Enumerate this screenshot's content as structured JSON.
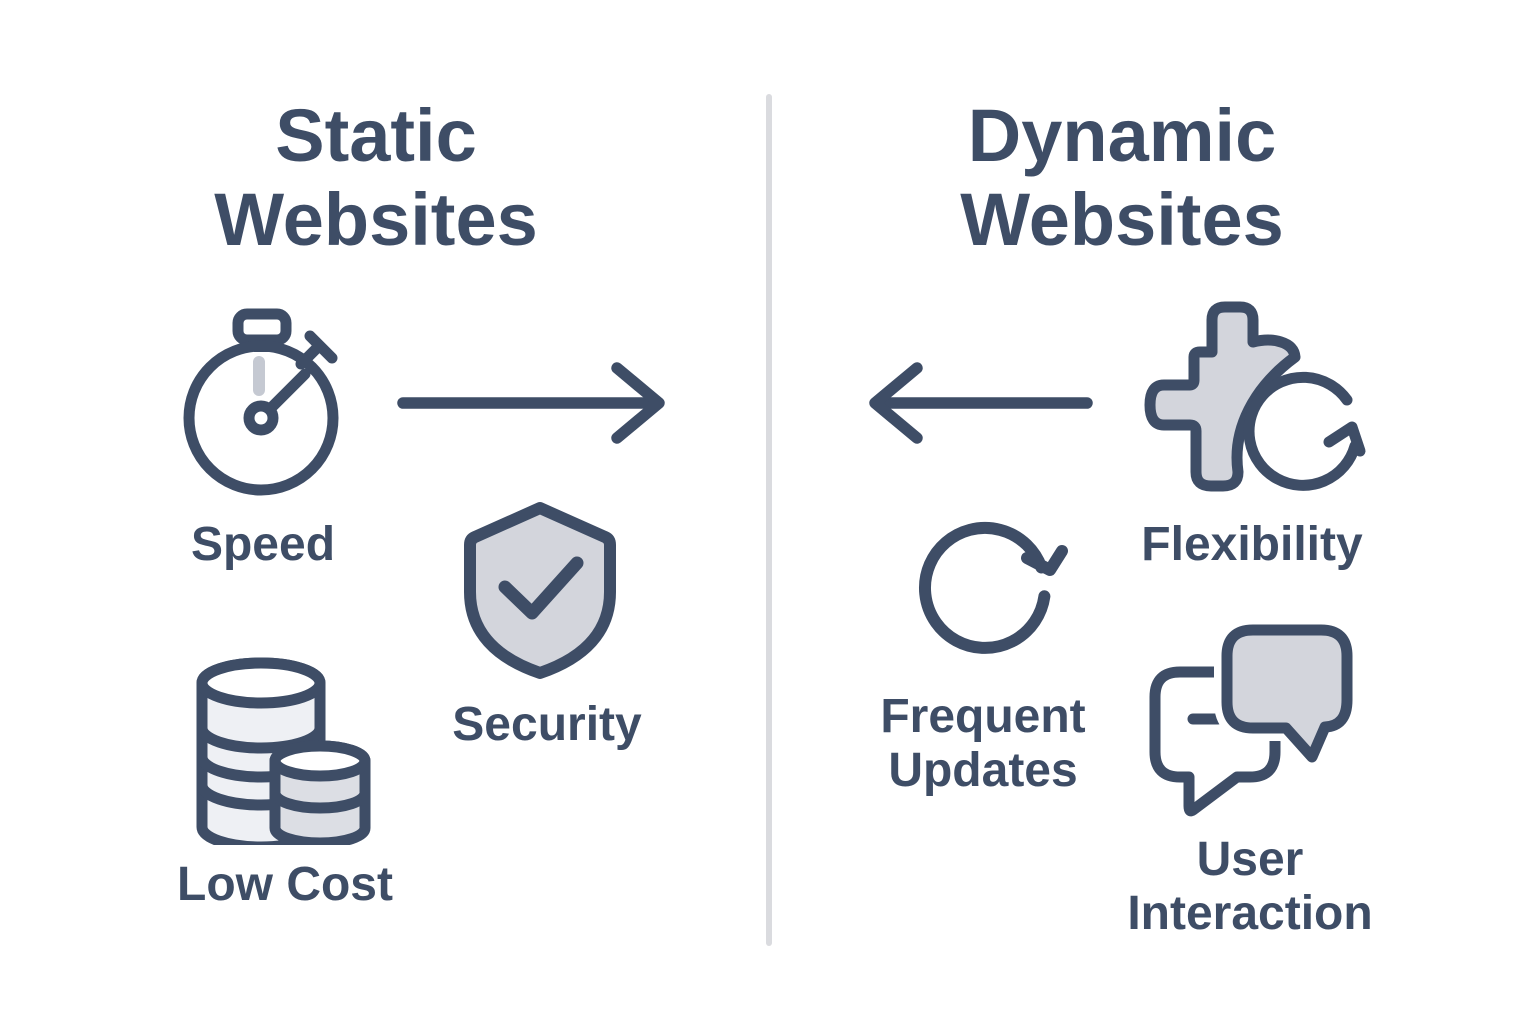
{
  "colors": {
    "ink": "#3e4d66",
    "icon_fill": "#d3d5dc",
    "coin_light": "#eef0f4",
    "coin_mid": "#dcdee4",
    "tick_gray": "#c5c9d2",
    "divider": "#dadbdf",
    "background": "#ffffff"
  },
  "left_panel": {
    "title": "Static Websites",
    "items": [
      {
        "icon": "stopwatch-icon",
        "label": "Speed"
      },
      {
        "icon": "shield-check-icon",
        "label": "Security"
      },
      {
        "icon": "coin-stack-icon",
        "label": "Low Cost"
      }
    ],
    "arrow": "arrow-right"
  },
  "right_panel": {
    "title": "Dynamic Websites",
    "items": [
      {
        "icon": "puzzle-refresh-icon",
        "label": "Flexibility"
      },
      {
        "icon": "refresh-icon",
        "label": "Frequent Updates"
      },
      {
        "icon": "chat-bubbles-icon",
        "label": "User Interaction"
      }
    ],
    "arrow": "arrow-left"
  }
}
